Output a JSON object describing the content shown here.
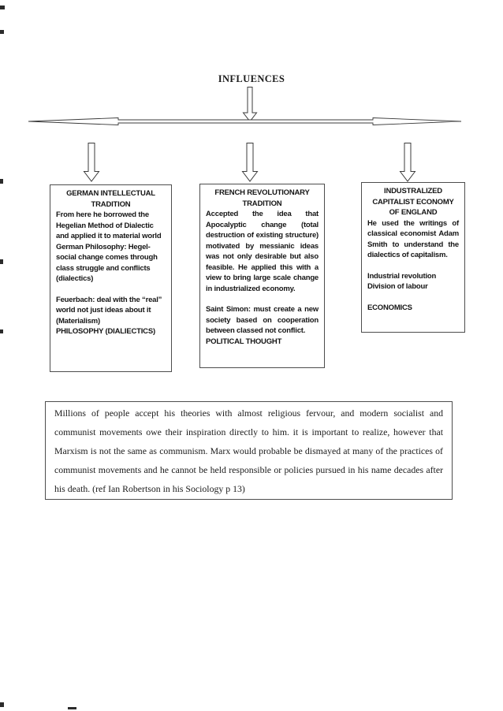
{
  "colors": {
    "ink": "#1a1a1a",
    "box-border": "#4d4d4d",
    "arrow-outline": "#3b3b3b",
    "page-bg": "#ffffff"
  },
  "diagram": {
    "title": "INFLUENCES"
  },
  "boxes": [
    {
      "name": "german-intellectual-tradition",
      "heading": "GERMAN INTELLECTUAL TRADITION",
      "paragraphs": [
        "From here he borrowed the Hegelian Method of Dialectic and applied it to material world",
        "German Philosophy: Hegel- social change comes through class struggle and conflicts (dialectics)",
        "Feuerbach: deal with the “real” world not just ideas about it (Materialism)",
        "PHILOSOPHY (DIALIECTICS)"
      ]
    },
    {
      "name": "french-revolutionary-tradition",
      "heading": "FRENCH REVOLUTIONARY TRADITION",
      "paragraphs": [
        "Accepted the idea that Apocalyptic change (total destruction of existing structure) motivated by messianic ideas was not only desirable but also feasible. He applied this with a view to bring large scale change in industrialized economy.",
        "Saint Simon: must create a new society based on cooperation between classed not conflict.",
        "POLITICAL THOUGHT"
      ]
    },
    {
      "name": "industralized-capitalist-economy-of-england",
      "heading": "INDUSTRALIZED CAPITALIST ECONOMY OF ENGLAND",
      "paragraphs": [
        "He used the writings of classical economist Adam Smith to understand the dialectics of capitalism.",
        "Industrial revolution",
        "Division of labour",
        "ECONOMICS"
      ]
    }
  ],
  "footer": {
    "text": "Millions of people accept his theories with almost religious fervour, and modern socialist and communist movements owe their inspiration directly to him. it is important to realize, however that Marxism is not the same as communism. Marx would probable be dismayed at many of the practices of communist movements and he cannot be held responsible or policies pursued in his name decades after his death. (ref Ian Robertson in his Sociology p 13)"
  }
}
